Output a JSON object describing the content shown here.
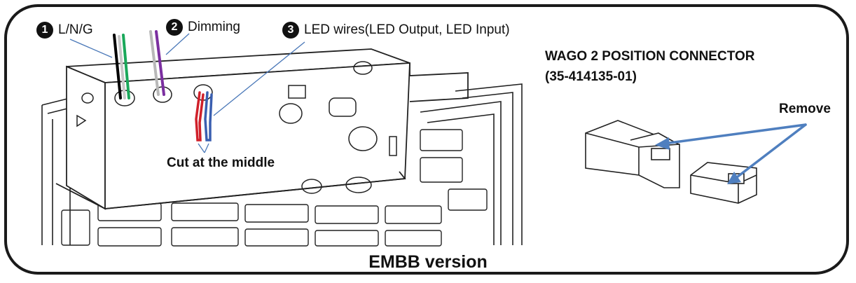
{
  "callouts": [
    {
      "number": "1",
      "text": "L/N/G"
    },
    {
      "number": "2",
      "text": "Dimming"
    },
    {
      "number": "3",
      "text": "LED wires(LED Output, LED Input)"
    }
  ],
  "cut_label": "Cut at the middle",
  "connector": {
    "title_line1": "WAGO 2 POSITION CONNECTOR",
    "title_line2": "(35-414135-01)",
    "remove_label": "Remove"
  },
  "caption": "EMBB version",
  "colors": {
    "wire_black": "#000000",
    "wire_white": "#c8c8c8",
    "wire_green": "#1aa85a",
    "wire_gray": "#b8b8b8",
    "wire_purple": "#7b2fa0",
    "wire_red": "#d0202a",
    "wire_blue": "#3a5fb0",
    "leader": "#4a78b8",
    "arrow": "#4f7fbf"
  }
}
